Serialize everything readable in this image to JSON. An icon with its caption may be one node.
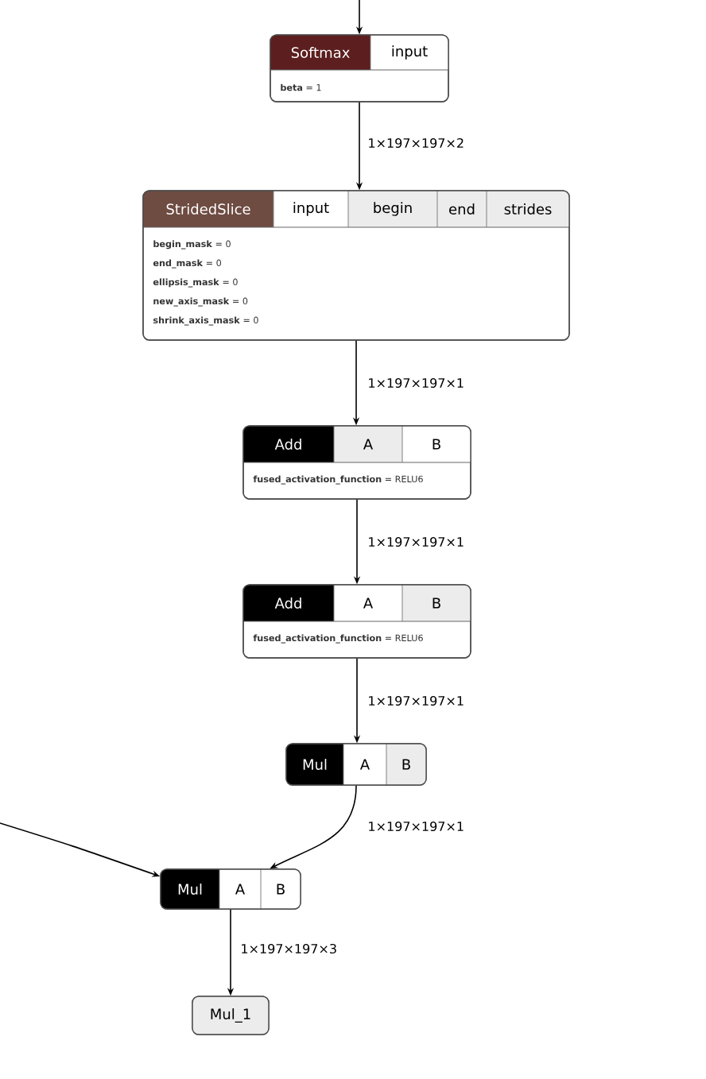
{
  "diagram": {
    "nodes": [
      {
        "text": [
          "Softmax",
          "input",
          "**beta** = 1"
        ]
      },
      {
        "text": [
          "StridedSlice",
          "input",
          "begin",
          "end",
          "strides",
          "**begin_mask** = 0",
          "**end_mask** = 0",
          "**ellipsis_mask** = 0",
          "**new_axis_mask** = 0",
          "**shrink_axis_mask** = 0"
        ]
      },
      {
        "text": [
          "Add",
          "A",
          "B",
          "**fused_activation_function** = RELU6"
        ]
      },
      {
        "text": [
          "Add",
          "A",
          "B",
          "**fused_activation_function** = RELU6"
        ]
      },
      {
        "text": [
          "Mul",
          "A",
          "B"
        ]
      },
      {
        "text": [
          "Mul",
          "A",
          "B"
        ]
      },
      {
        "text": [
          "Mul_1"
        ]
      }
    ],
    "edges": [
      {
        "from": null,
        "to": 0,
        "arrow": "to"
      },
      {
        "from": 0,
        "to": 1,
        "arrow": "to",
        "label": "1×197×197×2"
      },
      {
        "from": 1,
        "to": 2,
        "arrow": "to",
        "label": "1×197×197×1"
      },
      {
        "from": 2,
        "to": 3,
        "arrow": "to",
        "label": "1×197×197×1"
      },
      {
        "from": 3,
        "to": 4,
        "arrow": "to",
        "label": "1×197×197×1"
      },
      {
        "from": 4,
        "to": 5,
        "arrow": "to",
        "label": "1×197×197×1"
      },
      {
        "from": null,
        "to": 5,
        "arrow": "to"
      },
      {
        "from": 5,
        "to": 6,
        "arrow": "to",
        "label": "1×197×197×3"
      }
    ]
  }
}
